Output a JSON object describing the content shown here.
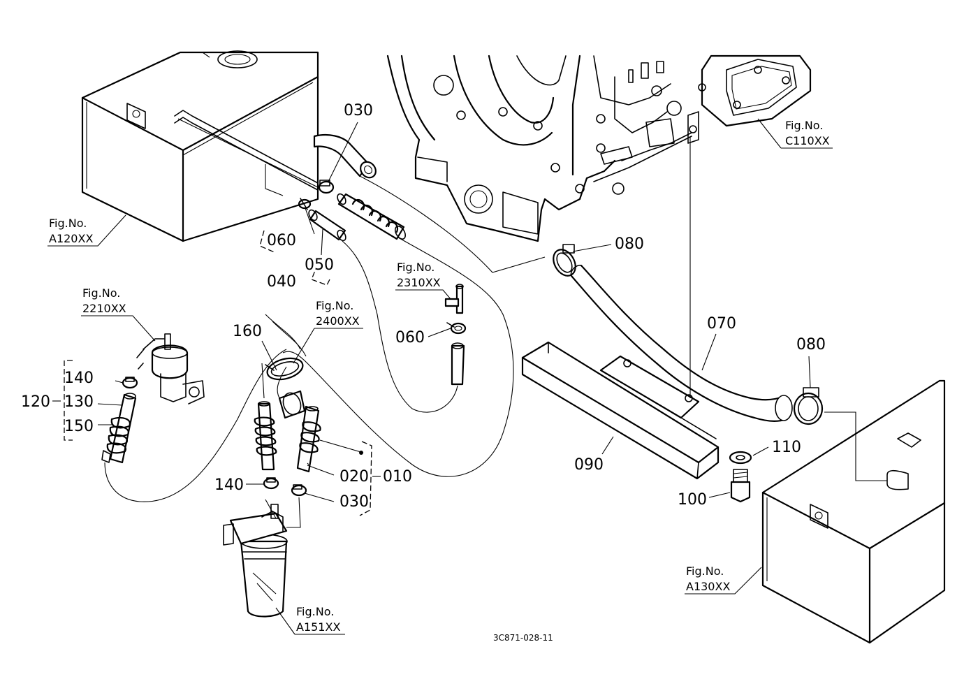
{
  "drawing_code": "3C871-028-11",
  "fig_prefix": "Fig.No.",
  "fig_refs": {
    "a120": "A120XX",
    "c110": "C110XX",
    "f2210": "2210XX",
    "f2310": "2310XX",
    "f2400": "2400XX",
    "a151": "A151XX",
    "a130": "A130XX"
  },
  "callouts": {
    "p010": "010",
    "p020": "020",
    "p030a": "030",
    "p030b": "030",
    "p040": "040",
    "p050": "050",
    "p060a": "060",
    "p060b": "060",
    "p070": "070",
    "p080a": "080",
    "p080b": "080",
    "p090": "090",
    "p100": "100",
    "p110": "110",
    "p120": "120",
    "p130": "130",
    "p140a": "140",
    "p140b": "140",
    "p150": "150",
    "p160": "160"
  }
}
